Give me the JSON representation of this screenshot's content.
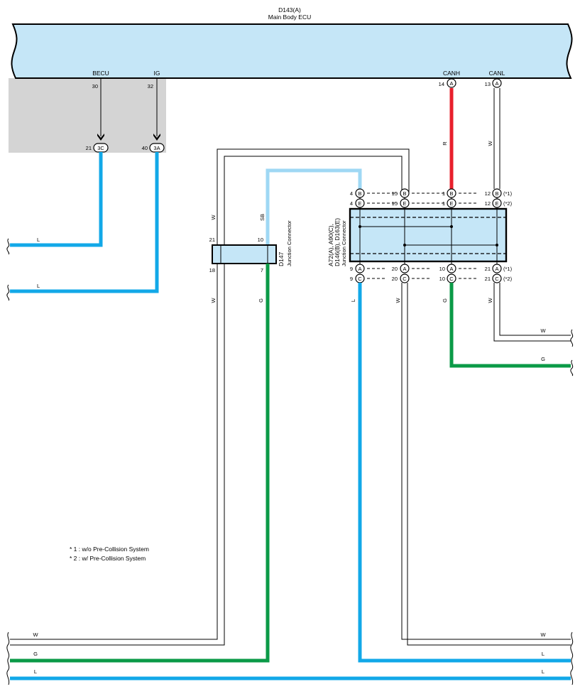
{
  "ecu": {
    "id": "D143(A)",
    "name": "Main Body ECU"
  },
  "ecu_terminals": {
    "becu": {
      "name": "BECU",
      "pin": "30"
    },
    "ig": {
      "name": "IG",
      "pin": "32"
    },
    "canh": {
      "name": "CANH",
      "pin": "14",
      "tag": "A"
    },
    "canl": {
      "name": "CANL",
      "pin": "13",
      "tag": "A"
    }
  },
  "sub_connectors": {
    "c3c": {
      "pin": "21",
      "tag": "3C"
    },
    "c3a": {
      "pin": "40",
      "tag": "3A"
    }
  },
  "d147": {
    "id": "D147",
    "name": "Junction Connector",
    "pin_tl": "21",
    "pin_tr": "10",
    "pin_bl": "18",
    "pin_br": "7"
  },
  "junction": {
    "line1": "A72(A), A90(C),",
    "line2": "D146(B), D163(E)",
    "name": "Junction Connector"
  },
  "junction_rows": {
    "top_b": {
      "l": "4",
      "ltag": "B",
      "m1": "15",
      "m1tag": "B",
      "m2": "1",
      "m2tag": "B",
      "r": "12",
      "rtag": "B",
      "note": "(*1)"
    },
    "top_e": {
      "l": "4",
      "ltag": "E",
      "m1": "15",
      "m1tag": "E",
      "m2": "1",
      "m2tag": "E",
      "r": "12",
      "rtag": "E",
      "note": "(*2)"
    },
    "bot_a": {
      "l": "9",
      "ltag": "A",
      "m1": "20",
      "m1tag": "A",
      "m2": "10",
      "m2tag": "A",
      "r": "21",
      "rtag": "A",
      "note": "(*1)"
    },
    "bot_c": {
      "l": "9",
      "ltag": "C",
      "m1": "20",
      "m1tag": "C",
      "m2": "10",
      "m2tag": "C",
      "r": "21",
      "rtag": "C",
      "note": "(*2)"
    }
  },
  "wire_labels": {
    "becu_out": "L",
    "ig_out": "L",
    "w_upper": "W",
    "sb": "SB",
    "w_lower": "W",
    "g_d147": "G",
    "canh_r": "R",
    "canl_w": "W",
    "l_junction": "L",
    "w_junction": "W",
    "g_junction": "G",
    "w_junction_r": "W",
    "right_w": "W",
    "right_g": "G",
    "bottom_w_left": "W",
    "bottom_g_left": "G",
    "bottom_l_left": "L",
    "bottom_w_right": "W",
    "bottom_l_right1": "L",
    "bottom_l_right2": "L"
  },
  "notes": {
    "n1": "* 1 : w/o Pre-Collision System",
    "n2": "* 2 : w/ Pre-Collision System"
  },
  "colors": {
    "ecu_fill": "#c5e6f7",
    "gray_box": "#d4d4d4",
    "wire_blue": "#12a8e8",
    "wire_sky": "#9fd8f4",
    "wire_green": "#0b9a47",
    "wire_red": "#e8202c",
    "junction_fill": "#c5e6f7"
  }
}
